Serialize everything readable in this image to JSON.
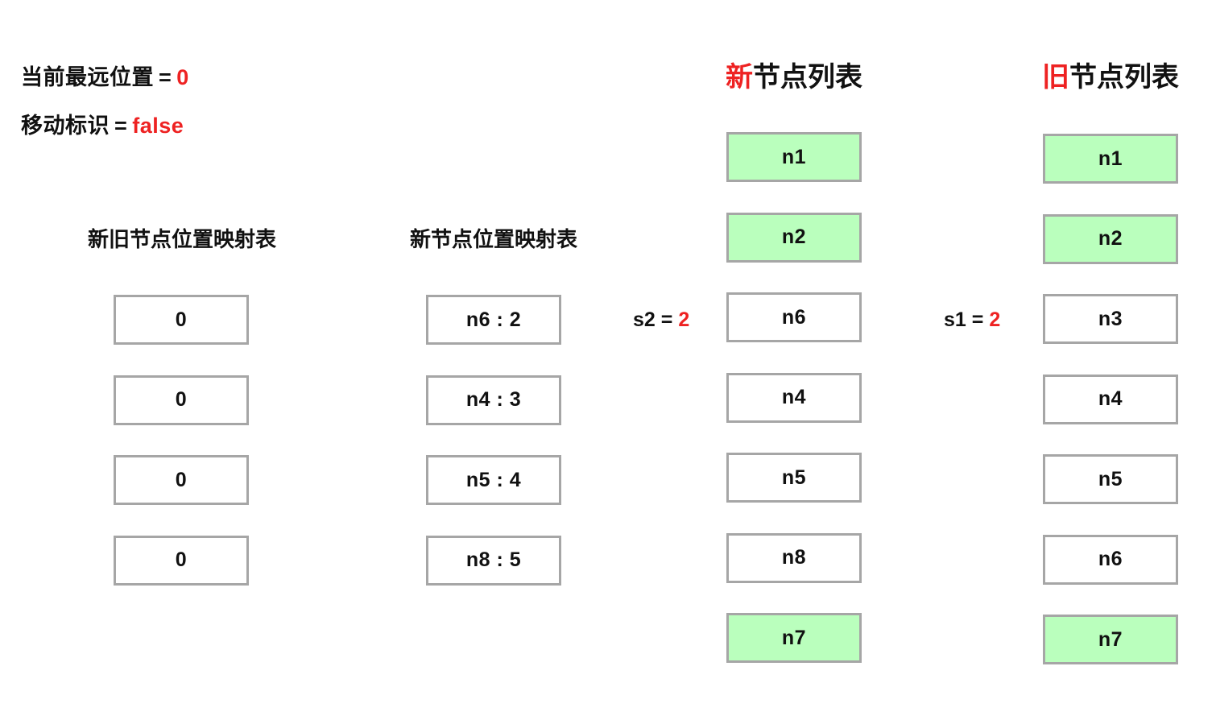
{
  "status": {
    "farthest": {
      "label": "当前最远位置",
      "eq": "=",
      "value": "0"
    },
    "moved": {
      "label": "移动标识",
      "eq": "=",
      "value": "false"
    }
  },
  "headings": {
    "map_oldnew": "新旧节点位置映射表",
    "map_new": "新节点位置映射表",
    "new_list": {
      "accent": "新",
      "rest": "节点列表"
    },
    "old_list": {
      "accent": "旧",
      "rest": "节点列表"
    }
  },
  "pointers": {
    "s2": {
      "name": "s2",
      "eq": "=",
      "value": "2"
    },
    "s1": {
      "name": "s1",
      "eq": "=",
      "value": "2"
    }
  },
  "colors": {
    "accent_red": "#ee2222",
    "highlight_green": "#baffbd",
    "border_gray": "#a6a6a6",
    "text": "#111111",
    "background": "#ffffff"
  },
  "columns": {
    "map_oldnew": {
      "title": "新旧节点位置映射表",
      "cells": [
        {
          "text": "0",
          "highlighted": false
        },
        {
          "text": "0",
          "highlighted": false
        },
        {
          "text": "0",
          "highlighted": false
        },
        {
          "text": "0",
          "highlighted": false
        }
      ]
    },
    "map_new": {
      "title": "新节点位置映射表",
      "cells": [
        {
          "text": "n6 : 2",
          "highlighted": false
        },
        {
          "text": "n4 : 3",
          "highlighted": false
        },
        {
          "text": "n5 : 4",
          "highlighted": false
        },
        {
          "text": "n8 : 5",
          "highlighted": false
        }
      ]
    },
    "new_list": {
      "title": "新节点列表",
      "cells": [
        {
          "text": "n1",
          "highlighted": true
        },
        {
          "text": "n2",
          "highlighted": true
        },
        {
          "text": "n6",
          "highlighted": false
        },
        {
          "text": "n4",
          "highlighted": false
        },
        {
          "text": "n5",
          "highlighted": false
        },
        {
          "text": "n8",
          "highlighted": false
        },
        {
          "text": "n7",
          "highlighted": true
        }
      ]
    },
    "old_list": {
      "title": "旧节点列表",
      "cells": [
        {
          "text": "n1",
          "highlighted": true
        },
        {
          "text": "n2",
          "highlighted": true
        },
        {
          "text": "n3",
          "highlighted": false
        },
        {
          "text": "n4",
          "highlighted": false
        },
        {
          "text": "n5",
          "highlighted": false
        },
        {
          "text": "n6",
          "highlighted": false
        },
        {
          "text": "n7",
          "highlighted": true
        }
      ]
    }
  }
}
